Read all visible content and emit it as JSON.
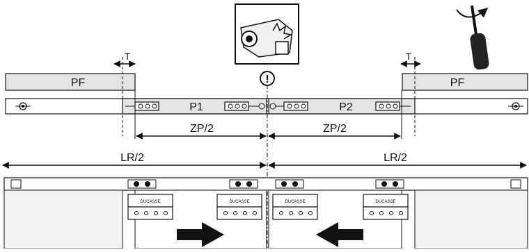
{
  "labels": {
    "pf_left": "PF",
    "pf_right": "PF",
    "p1": "P1",
    "p2": "P2",
    "t_left": "T",
    "t_right": "T",
    "zp_left": "ZP/2",
    "zp_right": "ZP/2",
    "lr_left": "LR/2",
    "lr_right": "LR/2",
    "warning": "!",
    "brand_1": "DUCASSE",
    "brand_2": "DUCASSE",
    "brand_3": "DUCASSE",
    "brand_4": "DUCASSE"
  },
  "icons": {
    "detail": "carriage-detail-icon",
    "screwdriver": "screwdriver-icon",
    "warning": "warning-icon",
    "arrow_right": "arrow-right-icon",
    "arrow_left": "arrow-left-icon"
  },
  "colors": {
    "panel_fill": "#e4e4e4",
    "line": "#111111",
    "door_fill": "#f2f2f2"
  }
}
